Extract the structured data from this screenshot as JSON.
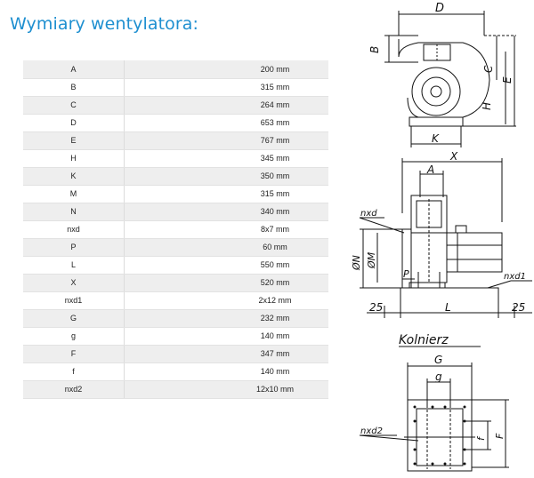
{
  "title": "Wymiary wentylatora:",
  "dimensions": [
    {
      "key": "A",
      "value": "200 mm"
    },
    {
      "key": "B",
      "value": "315 mm"
    },
    {
      "key": "C",
      "value": "264 mm"
    },
    {
      "key": "D",
      "value": "653 mm"
    },
    {
      "key": "E",
      "value": "767 mm"
    },
    {
      "key": "H",
      "value": "345 mm"
    },
    {
      "key": "K",
      "value": "350 mm"
    },
    {
      "key": "M",
      "value": "315 mm"
    },
    {
      "key": "N",
      "value": "340 mm"
    },
    {
      "key": "nxd",
      "value": "8x7 mm"
    },
    {
      "key": "P",
      "value": "60 mm"
    },
    {
      "key": "L",
      "value": "550 mm"
    },
    {
      "key": "X",
      "value": "520 mm"
    },
    {
      "key": "nxd1",
      "value": "2x12 mm"
    },
    {
      "key": "G",
      "value": "232 mm"
    },
    {
      "key": "g",
      "value": "140 mm"
    },
    {
      "key": "F",
      "value": "347 mm"
    },
    {
      "key": "f",
      "value": "140 mm"
    },
    {
      "key": "nxd2",
      "value": "12x10 mm"
    }
  ],
  "drawing": {
    "top_labels": {
      "D": "D",
      "B": "B",
      "C": "C",
      "E": "E",
      "H": "H",
      "K": "K"
    },
    "side_labels": {
      "X": "X",
      "A": "A",
      "nxd": "nxd",
      "N": "ØN",
      "M": "ØM",
      "P": "P",
      "nxd1": "nxd1",
      "L": "L",
      "left25": "25",
      "right25": "25"
    },
    "flange_title": "Kolnierz",
    "flange_labels": {
      "G": "G",
      "g": "g",
      "nxd2": "nxd2",
      "f": "f",
      "F": "F"
    }
  }
}
